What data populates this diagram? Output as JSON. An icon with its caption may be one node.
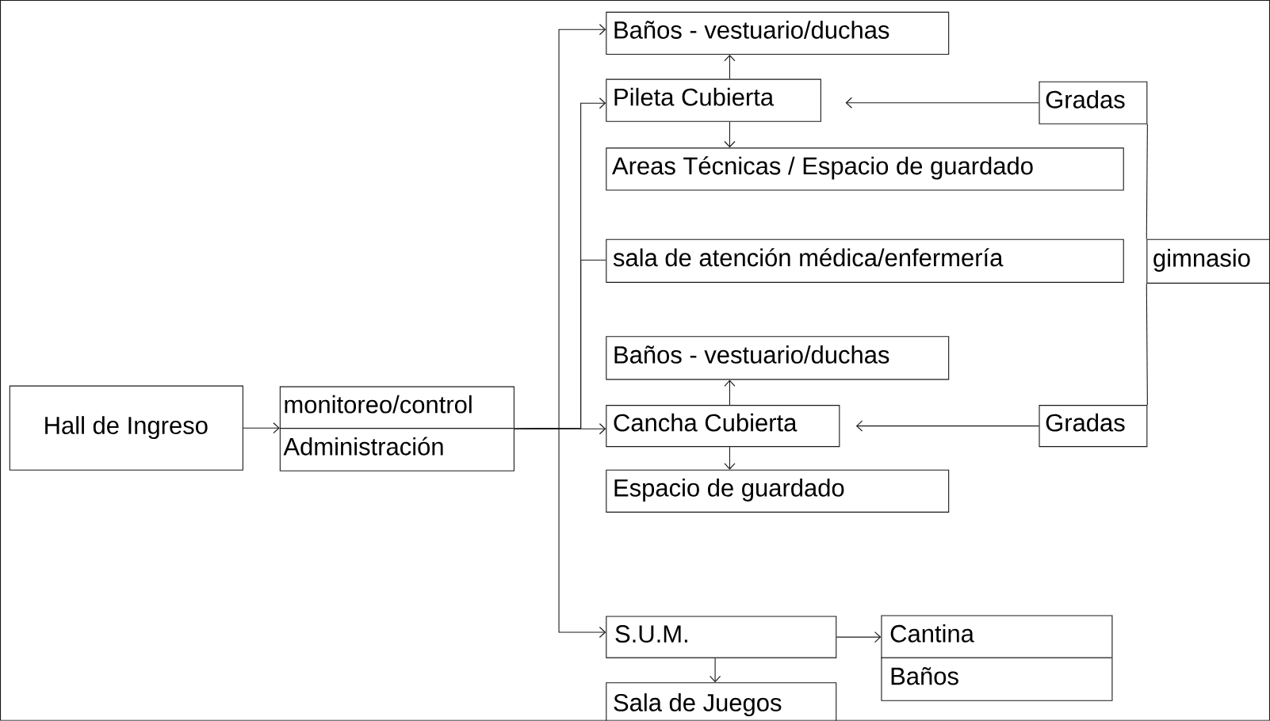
{
  "diagram": {
    "nodes": [
      {
        "text": [
          "Hall de Ingreso"
        ]
      },
      {
        "text": [
          "monitoreo/control",
          "Administración"
        ]
      },
      {
        "text": [
          "Baños - vestuario/duchas"
        ]
      },
      {
        "text": [
          "Pileta Cubierta"
        ]
      },
      {
        "text": [
          "Areas Técnicas / Espacio de guardado"
        ]
      },
      {
        "text": [
          "sala de atención médica/enfermería"
        ]
      },
      {
        "text": [
          "Baños - vestuario/duchas"
        ]
      },
      {
        "text": [
          "Cancha Cubierta"
        ]
      },
      {
        "text": [
          "Espacio de guardado"
        ]
      },
      {
        "text": [
          "S.U.M."
        ]
      },
      {
        "text": [
          "Sala de Juegos"
        ]
      },
      {
        "text": [
          "Cantina",
          "Baños"
        ]
      },
      {
        "text": [
          "Gradas"
        ]
      },
      {
        "text": [
          "Gradas"
        ]
      },
      {
        "text": [
          "gimnasio"
        ]
      }
    ],
    "edges": [
      {
        "from": 0,
        "to": 1,
        "arrow": "to"
      },
      {
        "from": 1,
        "to": 7,
        "arrow": "to"
      },
      {
        "from": 1,
        "to": 2,
        "arrow": "to"
      },
      {
        "from": 1,
        "to": 9,
        "arrow": "to"
      },
      {
        "from": 1,
        "to": 3,
        "arrow": "to"
      },
      {
        "from": 1,
        "to": 5,
        "arrow": "none"
      },
      {
        "from": 3,
        "to": 2,
        "arrow": "to"
      },
      {
        "from": 3,
        "to": 4,
        "arrow": "to"
      },
      {
        "from": 7,
        "to": 6,
        "arrow": "to"
      },
      {
        "from": 7,
        "to": 8,
        "arrow": "to"
      },
      {
        "from": 9,
        "to": 10,
        "arrow": "to"
      },
      {
        "from": 9,
        "to": 11,
        "arrow": "to"
      },
      {
        "from": 12,
        "to": 3,
        "arrow": "to"
      },
      {
        "from": 13,
        "to": 7,
        "arrow": "to"
      },
      {
        "from": 14,
        "to": 12,
        "arrow": "none"
      },
      {
        "from": 14,
        "to": 13,
        "arrow": "none"
      }
    ]
  }
}
